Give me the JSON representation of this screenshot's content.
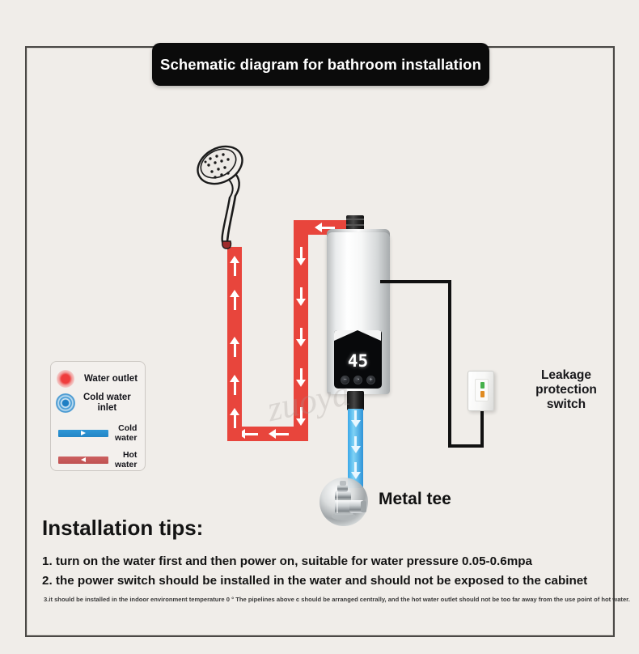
{
  "title": {
    "banner_text": "Schematic diagram for bathroom installation"
  },
  "heater": {
    "display_value": "45",
    "buttons": [
      "−",
      "◔",
      "+"
    ],
    "watermark": "zuoya"
  },
  "labels": {
    "leakage_switch": "Leakage\nprotection\nswitch",
    "leakage_switch_line1": "Leakage",
    "leakage_switch_line2": "protection",
    "leakage_switch_line3": "switch",
    "metal_tee": "Metal tee"
  },
  "legend": {
    "items": [
      {
        "icon": "red-dot-icon",
        "label": "Water outlet",
        "color": "#ef3d3d"
      },
      {
        "icon": "blue-ring-icon",
        "label_line1": "Cold water",
        "label_line2": "inlet",
        "color": "#2f8fd0"
      },
      {
        "icon": "cold-line-swatch",
        "label_line1": "Cold",
        "label_line2": "water",
        "color": "#2e96d6"
      },
      {
        "icon": "hot-line-swatch",
        "label_line1": "Hot",
        "label_line2": "water",
        "color": "#cc6060"
      }
    ]
  },
  "tips": {
    "title": "Installation tips:",
    "line1": "1. turn on the water first and then power on, suitable for water pressure 0.05-0.6mpa",
    "line2": "2. the power switch should be installed in the water and should not be exposed to the cabinet",
    "line3": "3.it should be installed in the indoor environment temperature 0 ° The pipelines above c should be arranged centrally, and the hot water outlet should not be too far away from the use point of hot water."
  },
  "colors": {
    "background": "#f0ede9",
    "hot_pipe": "#e8453c",
    "cold_pipe": "#39a7e8",
    "wire": "#111111",
    "banner_bg": "#0b0b0b",
    "frame": "#4a4845"
  }
}
